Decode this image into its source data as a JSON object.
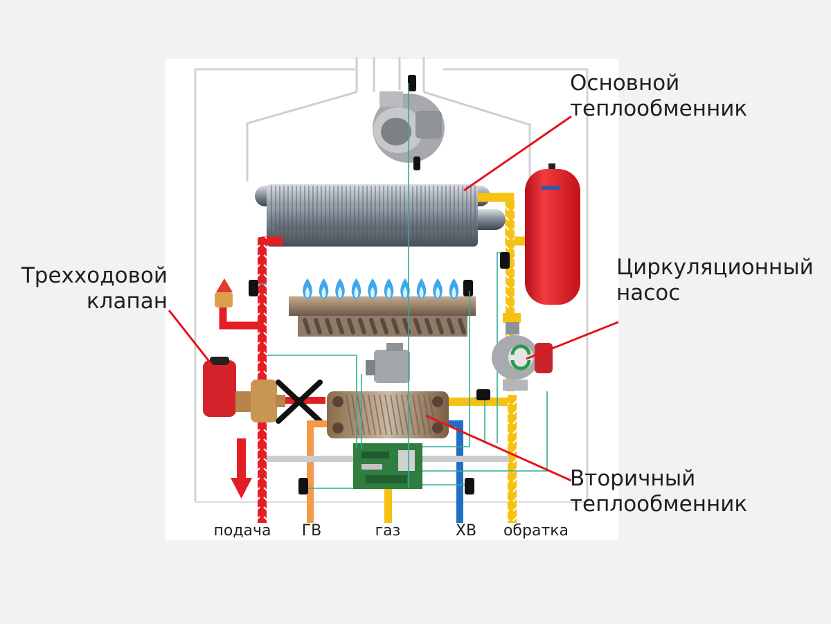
{
  "labels": {
    "main_hx_line1": "Основной",
    "main_hx_line2": "теплообменник",
    "valve_line1": "Трехходовой",
    "valve_line2": "клапан",
    "pump_line1": "Циркуляционный",
    "pump_line2": "насос",
    "secondary_hx_line1": "Вторичный",
    "secondary_hx_line2": "теплообменник"
  },
  "ports": {
    "supply": "подача",
    "hot_water": "ГВ",
    "gas": "газ",
    "cold_water": "ХВ",
    "return": "обратка"
  },
  "colors": {
    "supply_pipe": "#e41e25",
    "return_pipe": "#f5c214",
    "hot_water_pipe": "#f29a4a",
    "cold_water_pipe": "#1f6fc2",
    "gas_pipe": "#2fae98",
    "leader_line": "#e3151d",
    "expansion_tank": "#e31b22",
    "flame": "#3fa8e8"
  }
}
